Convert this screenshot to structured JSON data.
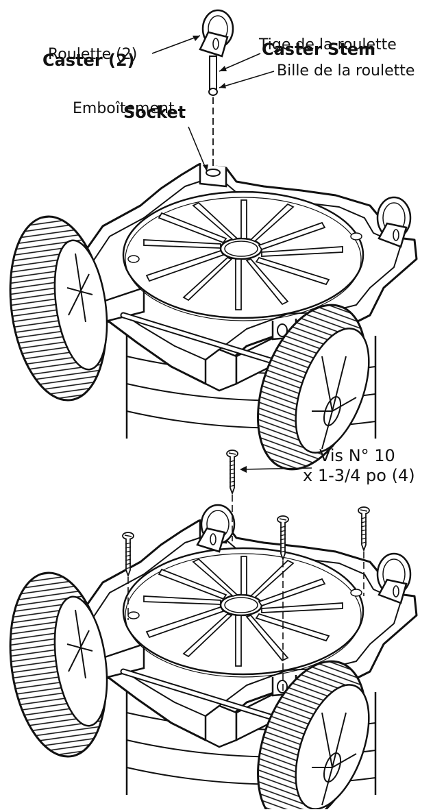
{
  "diagram": {
    "top": {
      "labels": {
        "caster_fr": "Roulette (2)",
        "caster_en": "Caster (2)",
        "stem_fr": "Tige de la roulette",
        "stem_en": "Caster Stem",
        "ball": "Bille de la roulette",
        "socket_fr": "Emboîtement",
        "socket_en": "Socket"
      }
    },
    "bottom": {
      "screw_label_line1": "Vis N° 10",
      "screw_label_line2": "x 1-3/4 po (4)"
    }
  },
  "colors": {
    "ink": "#111111",
    "paper": "#ffffff",
    "shade": "#e8e8e8"
  }
}
